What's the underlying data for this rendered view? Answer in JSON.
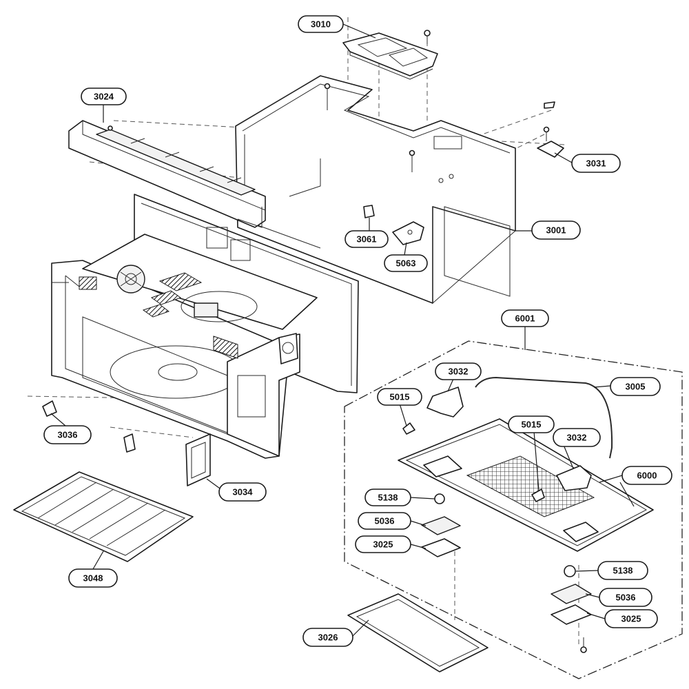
{
  "callouts": [
    {
      "id": "c3010",
      "label": "3010"
    },
    {
      "id": "c3024",
      "label": "3024"
    },
    {
      "id": "c3031",
      "label": "3031"
    },
    {
      "id": "c3001",
      "label": "3001"
    },
    {
      "id": "c3061",
      "label": "3061"
    },
    {
      "id": "c5063",
      "label": "5063"
    },
    {
      "id": "c6001",
      "label": "6001"
    },
    {
      "id": "c3032a",
      "label": "3032"
    },
    {
      "id": "c3005",
      "label": "3005"
    },
    {
      "id": "c5015a",
      "label": "5015"
    },
    {
      "id": "c5015b",
      "label": "5015"
    },
    {
      "id": "c3032b",
      "label": "3032"
    },
    {
      "id": "c6000",
      "label": "6000"
    },
    {
      "id": "c3036",
      "label": "3036"
    },
    {
      "id": "c3034",
      "label": "3034"
    },
    {
      "id": "c5138a",
      "label": "5138"
    },
    {
      "id": "c5036a",
      "label": "5036"
    },
    {
      "id": "c3025a",
      "label": "3025"
    },
    {
      "id": "c5138b",
      "label": "5138"
    },
    {
      "id": "c5036b",
      "label": "5036"
    },
    {
      "id": "c3025b",
      "label": "3025"
    },
    {
      "id": "c3048",
      "label": "3048"
    },
    {
      "id": "c3026",
      "label": "3026"
    }
  ]
}
